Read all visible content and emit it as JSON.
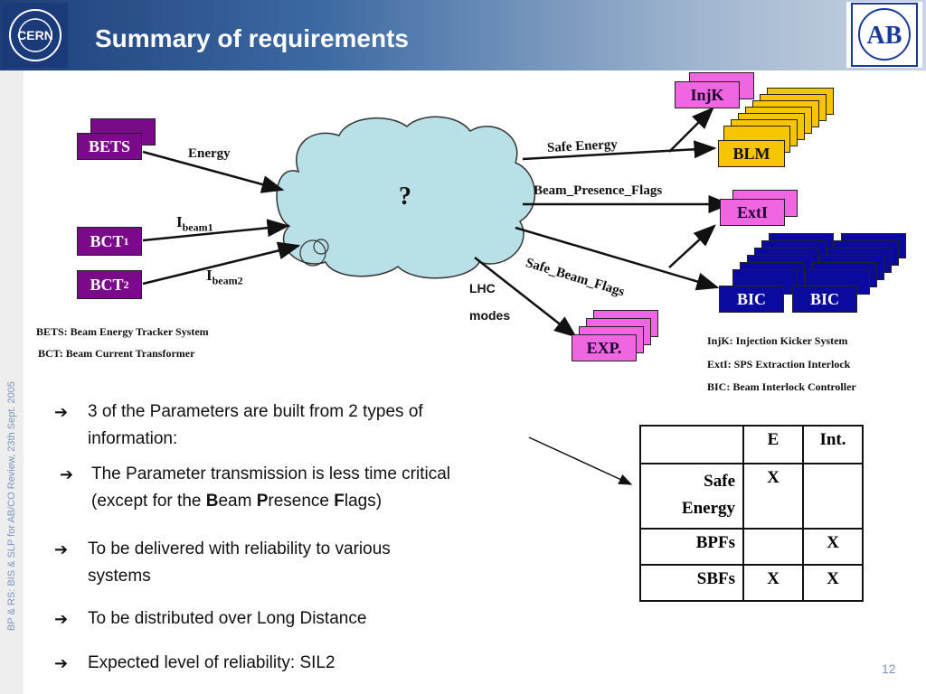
{
  "header": {
    "title": "Summary of requirements",
    "cern_logo_text": "CERN",
    "ab_logo_text": "AB"
  },
  "sidebar": {
    "text": "BP & RS:  BIS & SLP for AB/CO Review, 23th Sept. 2005"
  },
  "diagram": {
    "cloud_label": "?",
    "inputs": {
      "bets": "BETS",
      "bct1": "BCT",
      "bct1_sub": "1",
      "bct2": "BCT",
      "bct2_sub": "2"
    },
    "input_labels": {
      "energy": "Energy",
      "ibeam1": "I",
      "ibeam1_sub": "beam1",
      "ibeam2": "I",
      "ibeam2_sub": "beam2"
    },
    "output_labels": {
      "safe_energy": "Safe Energy",
      "beam_presence": "Beam_Presence_Flags",
      "safe_beam": "Safe_Beam_Flags",
      "lhc_modes_1": "LHC",
      "lhc_modes_2": "modes"
    },
    "outputs": {
      "injk": "InjK",
      "blm": "BLM",
      "exti": "ExtI",
      "bic1": "BIC",
      "bic2": "BIC",
      "exp": "EXP."
    },
    "notes_left": [
      "BETS: Beam Energy Tracker System",
      "BCT: Beam Current Transformer"
    ],
    "notes_right": [
      "InjK: Injection Kicker System",
      "ExtI: SPS Extraction Interlock",
      "BIC: Beam Interlock Controller"
    ]
  },
  "bullets": {
    "b1_line1": "3 of the Parameters are built from 2 types of",
    "b1_line2": "information:",
    "b2_line1": "The Parameter transmission is less time critical",
    "b2_pre": "(except for the ",
    "b2_B": "B",
    "b2_eam": "eam ",
    "b2_P": "P",
    "b2_resence": "resence ",
    "b2_F": "F",
    "b2_lags": "lags)",
    "b3_line1": "To be delivered with reliability to various",
    "b3_line2": "systems",
    "b4": "To be distributed over Long Distance",
    "b5": "Expected level of reliability: SIL2"
  },
  "table": {
    "headers": [
      "",
      "E",
      "Int."
    ],
    "rows": [
      {
        "name_1": "Safe",
        "name_2": "Energy",
        "e": "X",
        "int": ""
      },
      {
        "name_1": "BPFs",
        "name_2": "",
        "e": "",
        "int": "X"
      },
      {
        "name_1": "SBFs",
        "name_2": "",
        "e": "X",
        "int": "X"
      }
    ]
  },
  "page_number": "12",
  "colors": {
    "header_dark": "#1e3f7a",
    "purple": "#7a0a8a",
    "pink": "#f066e0",
    "yellow": "#f7c400",
    "blue": "#0a0a9e",
    "cloud": "#b9e0e6"
  }
}
